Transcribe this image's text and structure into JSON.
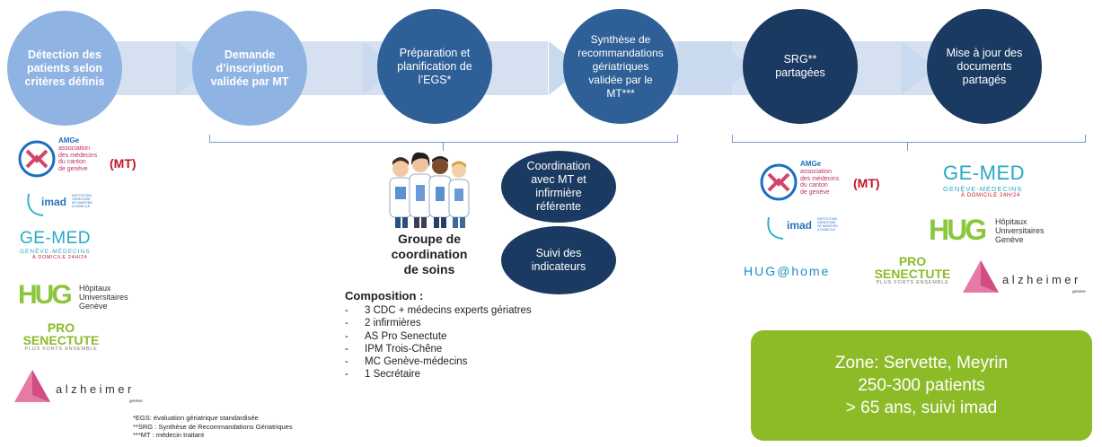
{
  "process": {
    "steps": [
      {
        "label": "Détection des\npatients selon\ncritères définis"
      },
      {
        "label": "Demande\nd’inscription\nvalidée par MT"
      },
      {
        "label": "Préparation et\nplanification de\nl’EGS*"
      },
      {
        "label": "Synthèse de\nrecommandations\ngériatriques\nvalidée par le MT***"
      },
      {
        "label": "SRG**\npartagées"
      },
      {
        "label": "Mise à jour des\ndocuments\npartagés"
      }
    ]
  },
  "group": {
    "title": "Groupe de\ncoordination\nde soins",
    "bubble_coordination": "Coordination\navec MT et\ninfirmière\nréférente",
    "bubble_suivi": "Suivi des\nindicateurs",
    "composition_title": "Composition :",
    "composition": [
      "3 CDC + médecins experts gériatres",
      "2 infirmières",
      "AS Pro Senectute",
      "IPM Trois-Chêne",
      "MC Genève-médecins",
      "1 Secrétaire"
    ]
  },
  "footnotes": [
    "*EGS: évaluation gériatrique standardisée",
    "**SRG : Synthèse de Recommandations Gériatriques",
    "***MT : médecin traitant"
  ],
  "zone": {
    "line1": "Zone: Servette, Meyrin",
    "line2": "250-300 patients",
    "line3": "> 65 ans, suivi imad"
  },
  "logos": {
    "amge_name": "AMGe",
    "amge_desc": "association\ndes médecins\ndu canton\nde genève",
    "mt_label": "(MT)",
    "imad_name": "imad",
    "imad_tag": "INSTITUTION\nGENEVOISE\nDE MAINTIEN\nA DOMICILE",
    "gemed_name": "GE-MED",
    "gemed_sub": "GENÈVE-MÉDECINS",
    "gemed_dom": "À DOMICILE 24H/24",
    "hug_letters": "HUG",
    "hug_text": "Hôpitaux\nUniversitaires\nGenève",
    "prosen_line1": "PRO",
    "prosen_line2": "SENECTUTE",
    "prosen_sub": "PLUS FORTS ENSEMBLE",
    "alz_name": "alzheimer",
    "alz_sub": "genève",
    "hugathome": "HUG@home"
  },
  "colors": {
    "light_circle": "#8fb3e2",
    "mid_circle": "#2f5f97",
    "dark_circle": "#1b3a61",
    "arrow": "#d5e1f1",
    "zone_green": "#8cbb27"
  }
}
